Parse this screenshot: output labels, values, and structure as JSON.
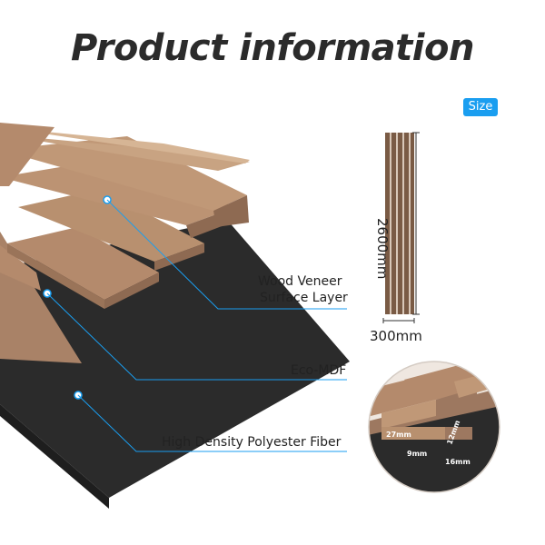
{
  "title": "Product information",
  "size_badge": "Size",
  "layers": {
    "veneer_line1": "Wood Veneer",
    "veneer_line2": "Surface Layer",
    "mdf": "Eco-MDF",
    "fiber": "High Density Polyester Fiber"
  },
  "dimensions": {
    "height": "2600mm",
    "width": "300mm"
  },
  "detail": {
    "slat_width": "27mm",
    "slat_height": "12mm",
    "gap": "9mm",
    "base": "16mm"
  },
  "colors": {
    "accent": "#1a9ef0",
    "wood": "#b48a6c",
    "felt": "#2a2a2a"
  }
}
